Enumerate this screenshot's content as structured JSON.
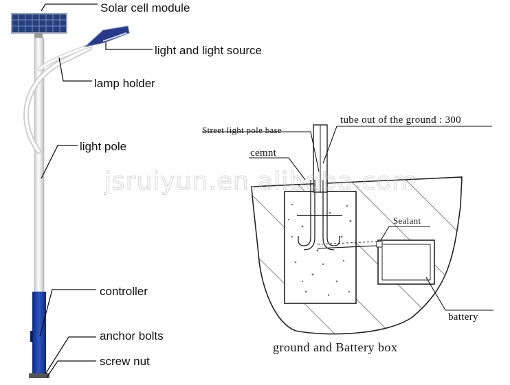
{
  "labels": {
    "solar_cell_module": "Solar cell module",
    "light_source": "light and light source",
    "lamp_holder": "lamp holder",
    "light_pole": "light pole",
    "controller": "controller",
    "anchor_bolts": "anchor bolts",
    "screw_nut": "screw nut",
    "pole_base": "Street light pole base",
    "tube": "tube out of the ground : 300",
    "cemnt": "cemnt",
    "sealant": "Sealant",
    "battery": "battery"
  },
  "caption": "ground and Battery box",
  "watermark": "jsruiyun.en.alibaba.com",
  "colors": {
    "pole_blue": "#1a3a9a",
    "panel_blue": "#2a4a8c",
    "line": "#222222"
  }
}
